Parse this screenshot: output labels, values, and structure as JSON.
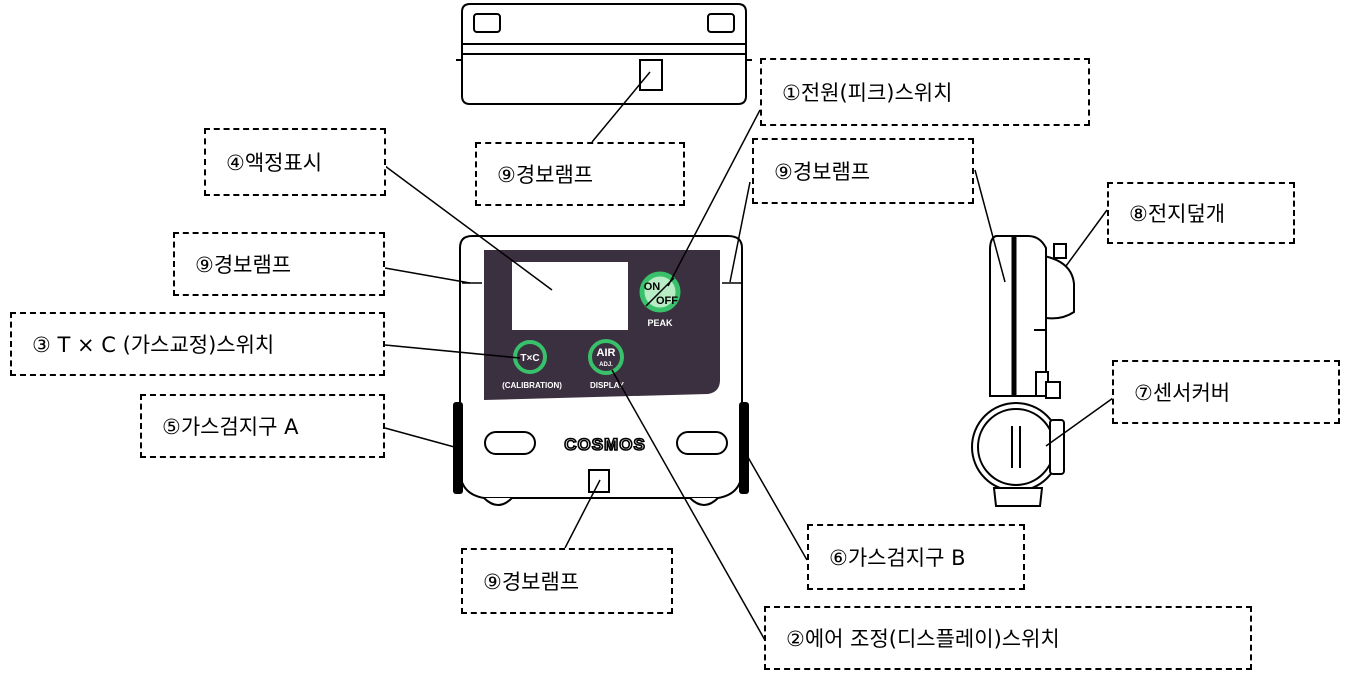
{
  "labels": {
    "power_peak_switch": "①전원(피크)스위치",
    "air_display_switch": "②에어 조정(디스플레이)스위치",
    "txc_calibration_switch": "③ T × C (가스교정)스위치",
    "lcd_display": "④액정표시",
    "gas_inlet_a": "⑤가스검지구 A",
    "gas_inlet_b": "⑥가스검지구 B",
    "sensor_cover": "⑦센서커버",
    "battery_cover": "⑧전지덮개",
    "alarm_lamp": "⑨경보램프"
  },
  "device": {
    "brand": "COSMOS",
    "power_button": {
      "top": "ON",
      "bottom": "OFF",
      "caption": "PEAK"
    },
    "txc_button": {
      "text": "T×C",
      "caption": "(CALIBRATION)"
    },
    "air_button": {
      "top": "AIR",
      "sub": "ADJ.",
      "caption": "DISPLAY"
    }
  },
  "colors": {
    "panel": "#3a3040",
    "button_ring": "#39c06a",
    "button_fill": "#b8ecc4",
    "line": "#000000"
  }
}
